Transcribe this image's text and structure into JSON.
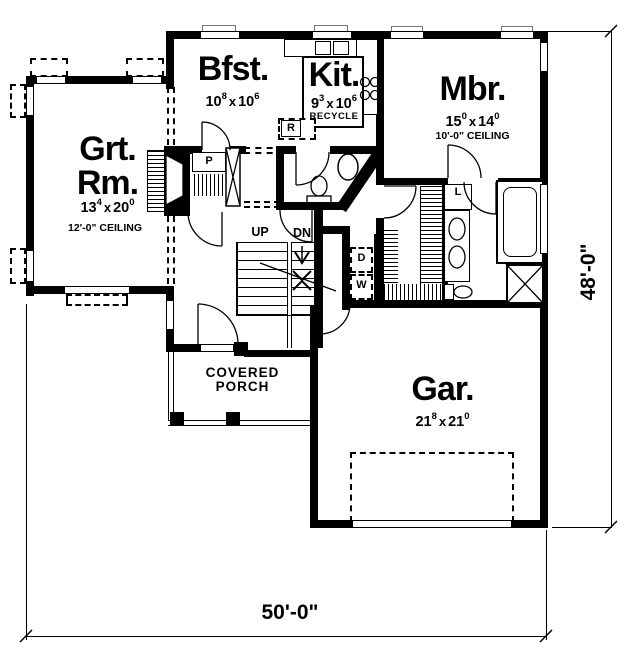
{
  "drawing": {
    "type": "first-floor-plan",
    "colors": {
      "ink": "#000000",
      "paper": "#ffffff"
    }
  },
  "rooms": {
    "great_room": {
      "name1": "Grt.",
      "name2": "Rm.",
      "dim_a": "13",
      "dim_a_sup": "4",
      "sep": "x",
      "dim_b": "20",
      "dim_b_sup": "0",
      "ceiling": "12'-0\" CEILING"
    },
    "breakfast": {
      "name": "Bfst.",
      "dim_a": "10",
      "dim_a_sup": "8",
      "sep": "x",
      "dim_b": "10",
      "dim_b_sup": "6"
    },
    "kitchen": {
      "name": "Kit.",
      "dim_a": "9",
      "dim_a_sup": "3",
      "sep": "x",
      "dim_b": "10",
      "dim_b_sup": "6",
      "recycle": "RECYCLE"
    },
    "master_bedroom": {
      "name": "Mbr.",
      "dim_a": "15",
      "dim_a_sup": "0",
      "sep": "x",
      "dim_b": "14",
      "dim_b_sup": "0",
      "ceiling": "10'-0\" CEILING"
    },
    "garage": {
      "name": "Gar.",
      "dim_a": "21",
      "dim_a_sup": "8",
      "sep": "x",
      "dim_b": "21",
      "dim_b_sup": "0"
    },
    "porch": {
      "name1": "COVERED",
      "name2": "PORCH"
    }
  },
  "stairs": {
    "up": "UP",
    "down": "DN"
  },
  "labels": {
    "refrigerator": "R",
    "pantry": "P",
    "linen": "L",
    "dryer": "D",
    "washer": "W"
  },
  "dimensions": {
    "overall_depth": "48'-0\"",
    "overall_width": "50'-0\""
  }
}
